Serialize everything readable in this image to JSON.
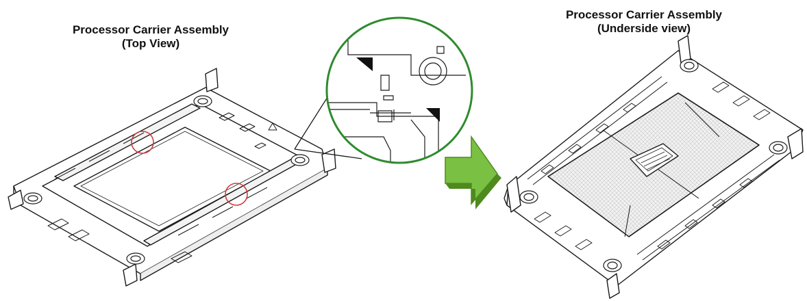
{
  "top_view": {
    "title": "Processor Carrier Assembly",
    "subtitle": "(Top View)"
  },
  "underside_view": {
    "title": "Processor Carrier Assembly",
    "subtitle": "(Underside view)"
  },
  "colors": {
    "line": "#1a1a1a",
    "highlight_circle": "#d23a3a",
    "zoom_circle": "#2e8b2e",
    "arrow_fill": "#7ac143",
    "arrow_dark": "#4f8a1e",
    "mesh": "#d9d9d9"
  },
  "icons": [
    "zoom-detail",
    "right-arrow-icon",
    "highlight-circle"
  ]
}
